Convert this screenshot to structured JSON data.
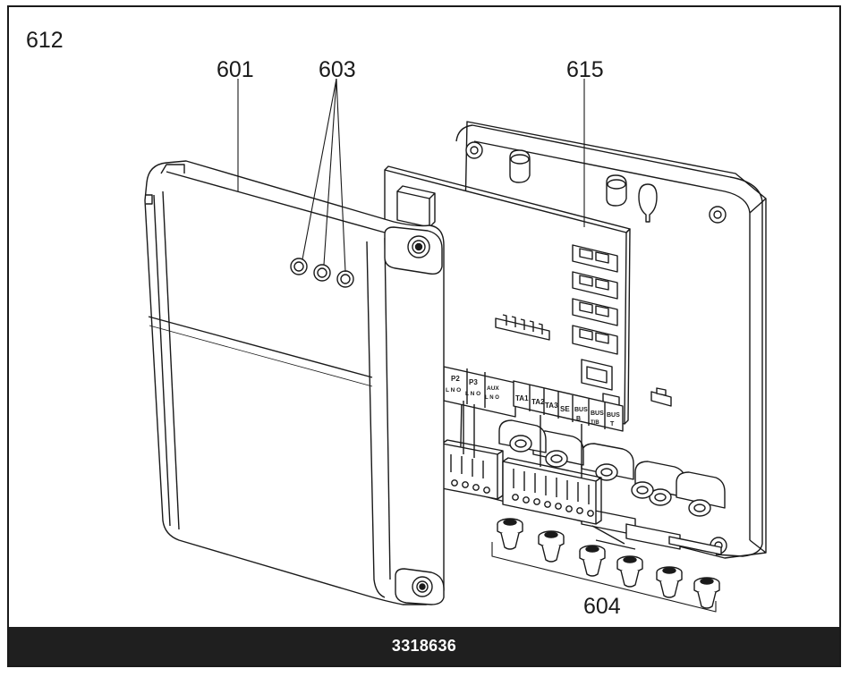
{
  "figure": {
    "number": "612",
    "doc_code": "3318636"
  },
  "callouts": {
    "c601": "601",
    "c603": "603",
    "c615": "615",
    "c604": "604"
  },
  "terminal_labels": {
    "p2": "P2",
    "p2_sub": "L N O",
    "p3": "P3",
    "p3_sub": "L N O",
    "aux": "AUX",
    "aux_sub": "L N O",
    "ta1": "TA1",
    "ta2": "TA2",
    "ta3": "TA3",
    "se": "SE",
    "bus_b": "BUS",
    "bus_b_sub": "B",
    "bus_tb": "BUS",
    "bus_tb_sub": "T/B",
    "bus_t": "BUS",
    "bus_t_sub": "T"
  }
}
